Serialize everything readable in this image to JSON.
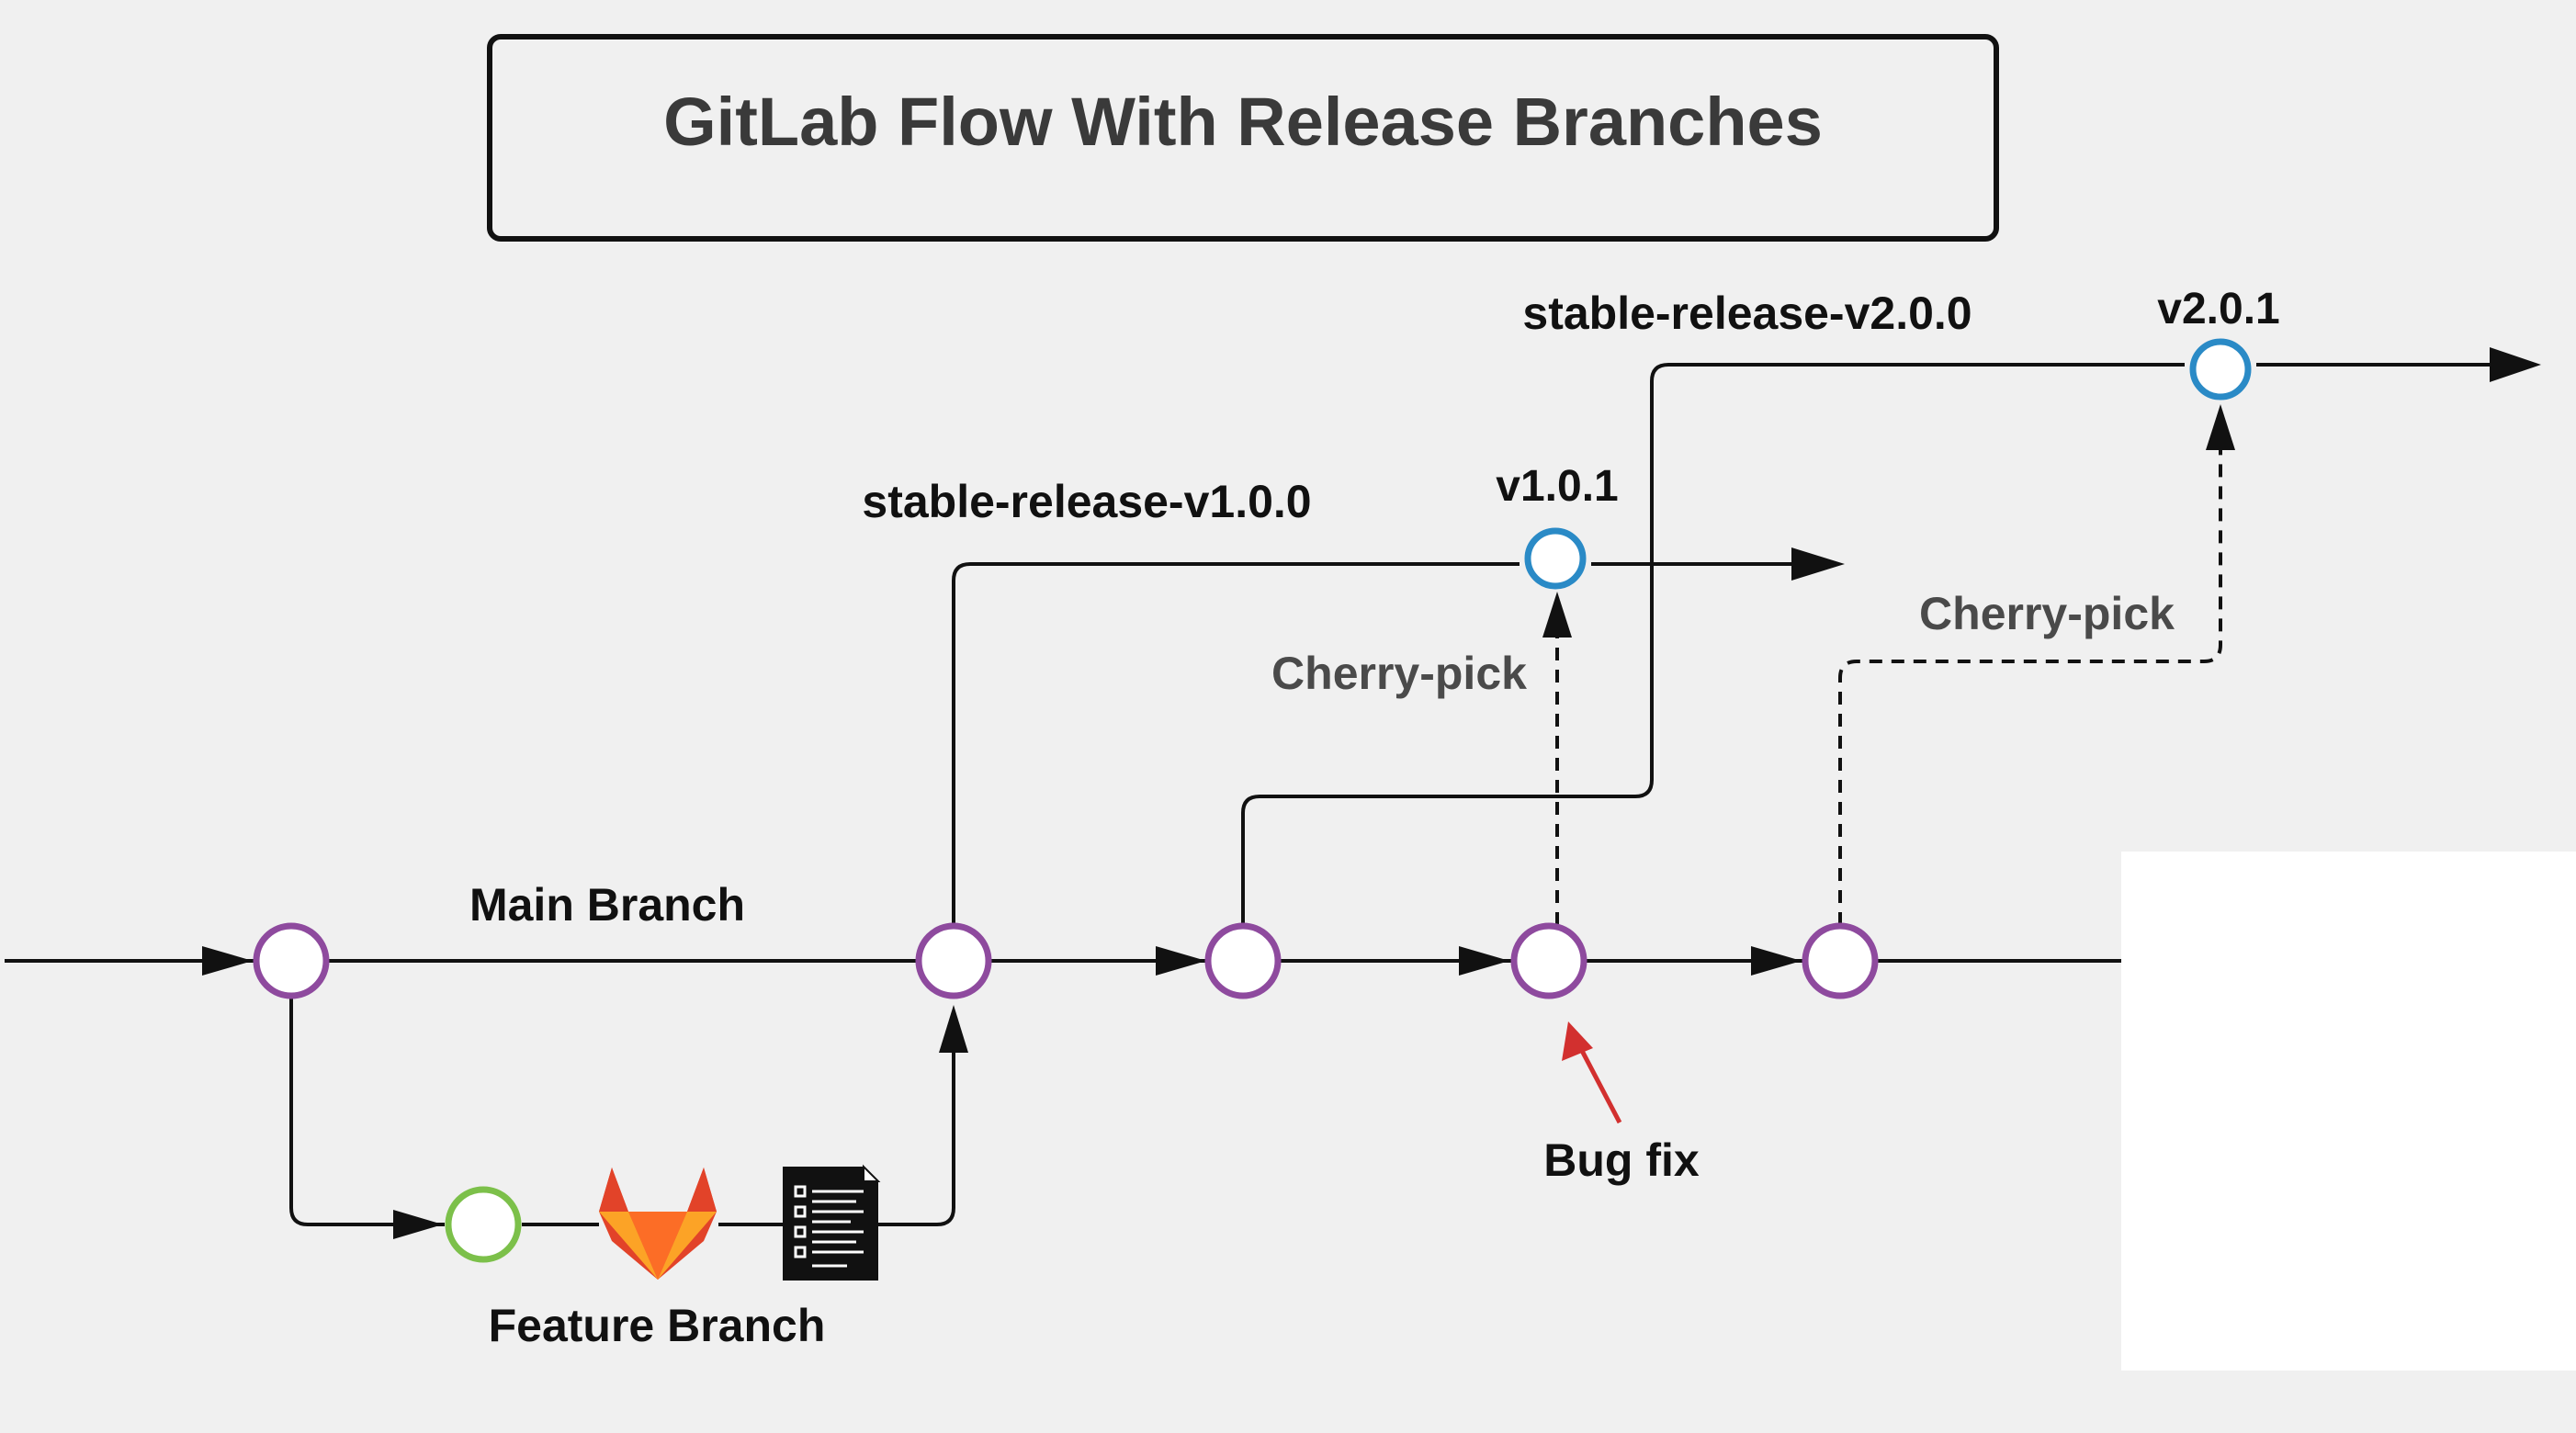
{
  "title": "GitLab Flow With Release Branches",
  "labels": {
    "main_branch": "Main Branch",
    "feature_branch": "Feature Branch",
    "release_v1": "stable-release-v1.0.0",
    "release_v2": "stable-release-v2.0.0",
    "tag_v101": "v1.0.1",
    "tag_v201": "v2.0.1",
    "cherry_pick_1": "Cherry-pick",
    "cherry_pick_2": "Cherry-pick",
    "bug_fix": "Bug fix"
  },
  "icons": [
    "gitlab-logo-icon",
    "checklist-document-icon"
  ],
  "colors": {
    "background": "#f0f0f0",
    "line": "#111111",
    "main_commit": "#8e4a9e",
    "feature_commit": "#7cc04a",
    "release_tag": "#2a8ac6",
    "bug_arrow": "#d2302f",
    "label_gray": "#4a4a4a"
  }
}
